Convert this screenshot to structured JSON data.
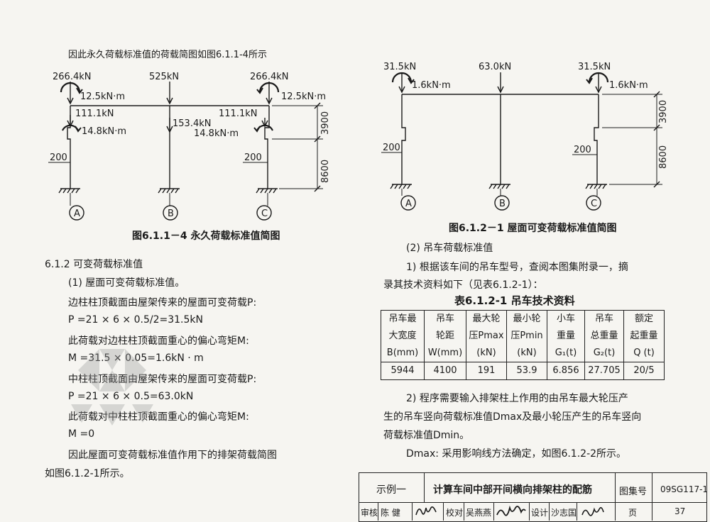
{
  "left": {
    "intro": "因此永久荷载标准值的荷载简图如图6.1.1-4所示",
    "fig1_caption": "图6.1.1－4 永久荷载标准值简图",
    "fig1_labels": {
      "a_top_force": "266.4kN",
      "b_top_force": "525kN",
      "c_top_force": "266.4kN",
      "a_top_moment": "12.5kN·m",
      "c_top_moment": "12.5kN·m",
      "a_mid_force": "111.1kN",
      "a_mid_moment": "14.8kN·m",
      "b_mid_force": "153.4kN",
      "c_mid_force": "111.1kN",
      "c_mid_moment": "14.8kN·m",
      "a_offset": "200",
      "c_offset": "200",
      "dim_upper": "3900",
      "dim_lower": "8600",
      "axis_a": "A",
      "axis_b": "B",
      "axis_c": "C"
    },
    "sec_612": "6.1.2 可变荷载标准值",
    "sub_1": "(1) 屋面可变荷载标准值。",
    "p1": "边柱柱顶截面由屋架传来的屋面可变荷载P:",
    "eq1": "P =21 × 6 × 0.5/2=31.5kN",
    "p2": "此荷载对边柱柱顶截面重心的偏心弯矩M:",
    "eq2": "M =31.5 × 0.05=1.6kN · m",
    "p3": "中柱柱顶截面由屋架传来的屋面可变荷载P:",
    "eq3": "P =21 × 6 × 0.5=63.0kN",
    "p4": "此荷载对中柱柱顶截面重心的偏心弯矩M:",
    "eq4": "M =0",
    "p5": "因此屋面可变荷载标准值作用下的排架荷载简图",
    "p6": "如图6.1.2-1所示。"
  },
  "right": {
    "fig2_caption": "图6.1.2－1 屋面可变荷载标准值简图",
    "fig2_labels": {
      "a_top_force": "31.5kN",
      "b_top_force": "63.0kN",
      "c_top_force": "31.5kN",
      "a_moment": "1.6kN·m",
      "c_moment": "1.6kN·m",
      "a_offset": "200",
      "c_offset": "200",
      "dim_upper": "3900",
      "dim_lower": "8600",
      "axis_a": "A",
      "axis_b": "B",
      "axis_c": "C"
    },
    "sub_2": "(2) 吊车荷载标准值",
    "p1a": "1) 根据该车间的吊车型号，查阅本图集附录一，摘",
    "p1b": "录其技术资料如下（见表6.1.2-1）：",
    "table_title": "表6.1.2-1  吊车技术资料",
    "table_header": [
      [
        "吊车最",
        "吊车",
        "最大轮",
        "最小轮",
        "小车",
        "吊车",
        "额定"
      ],
      [
        "大宽度",
        "轮距",
        "压Pmax",
        "压Pmin",
        "重量",
        "总重量",
        "起重量"
      ],
      [
        "B(mm)",
        "W(mm)",
        "(kN)",
        "(kN)",
        "G₁(t)",
        "G₂(t)",
        "Q (t)"
      ]
    ],
    "table_row": [
      "5944",
      "4100",
      "191",
      "53.9",
      "6.856",
      "27.705",
      "20/5"
    ],
    "p2a": "2) 程序需要输入排架柱上作用的由吊车最大轮压产",
    "p2b": "生的吊车竖向荷载标准值Dmax及最小轮压产生的吊车竖向",
    "p2c": "荷载标准值Dmin。",
    "p3": "Dmax: 采用影响线方法确定，如图6.1.2-2所示。"
  },
  "titleblock": {
    "example": "示例一",
    "title": "计算车间中部开间横向排架柱的配筋",
    "atlas_label": "图集号",
    "atlas_no": "09SG117-1",
    "review_label": "审核",
    "review_name": "陈 健",
    "check_label": "校对",
    "check_name": "吴燕燕",
    "design_label": "设计",
    "design_name": "沙志国",
    "page_label": "页",
    "page_no": "37"
  }
}
